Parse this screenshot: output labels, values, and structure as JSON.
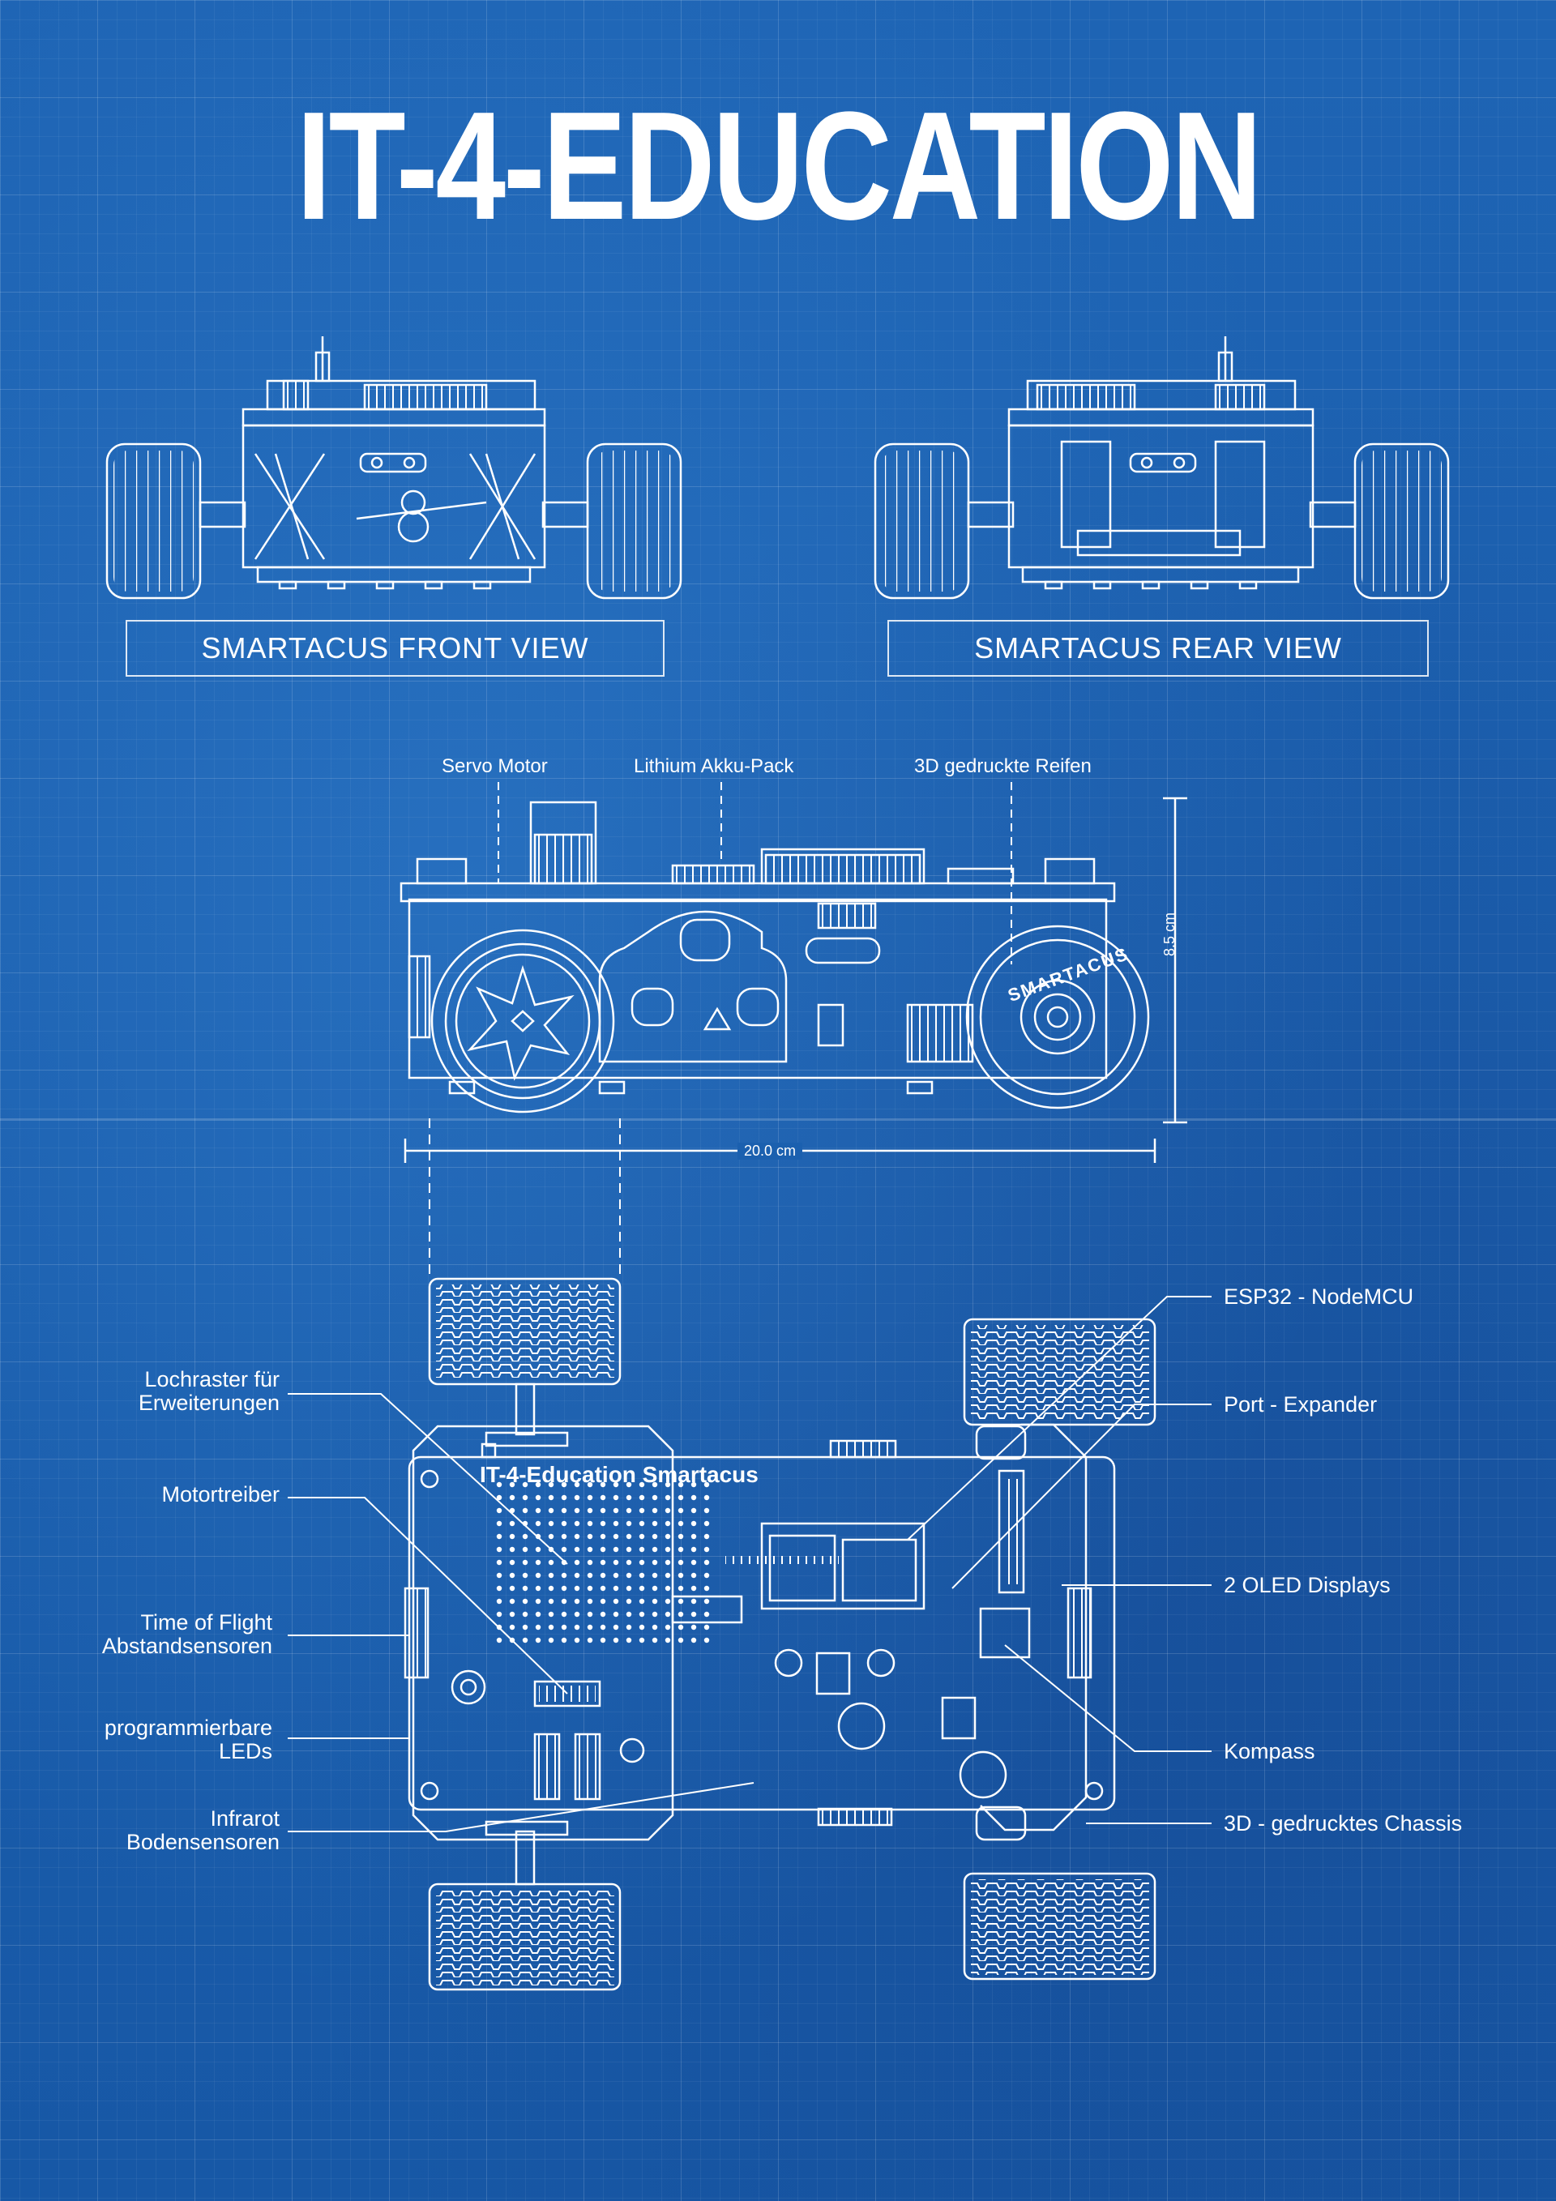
{
  "title": "IT-4-EDUCATION",
  "views": {
    "front": "SMARTACUS  FRONT VIEW",
    "rear": "SMARTACUS  REAR VIEW"
  },
  "side": {
    "servo": "Servo Motor",
    "battery": "Lithium Akku-Pack",
    "tires": "3D gedruckte Reifen",
    "height": "8.5 cm",
    "length": "20.0 cm",
    "wheel_text": "SMARTACUS"
  },
  "board": {
    "name": "IT-4-Education Smartacus"
  },
  "labels_left": {
    "lochraster": [
      "Lochraster für",
      "Erweiterungen"
    ],
    "motortreiber": "Motortreiber",
    "tof": [
      "Time of Flight",
      "Abstandsensoren"
    ],
    "leds": [
      "programmierbare",
      "LEDs"
    ],
    "ir": [
      "Infrarot",
      "Bodensensoren"
    ]
  },
  "labels_right": {
    "esp32": "ESP32 - NodeMCU",
    "port": "Port - Expander",
    "oled": "2 OLED Displays",
    "kompass": "Kompass",
    "chassis": "3D - gedrucktes Chassis"
  },
  "colors": {
    "background": "#1a5fae",
    "line": "#ffffff"
  }
}
